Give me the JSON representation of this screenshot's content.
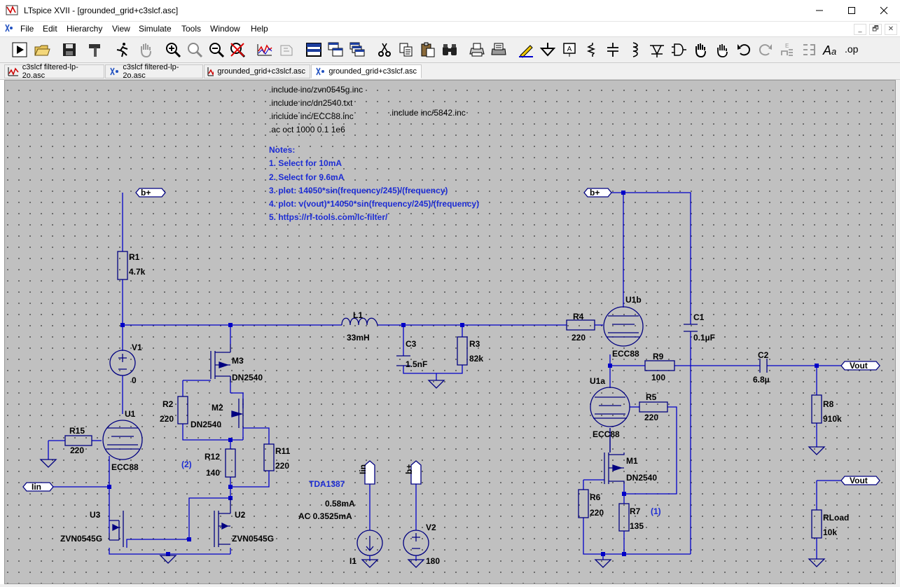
{
  "window": {
    "title": "LTspice XVII - [grounded_grid+c3slcf.asc]",
    "minimize": "–",
    "maximize": "□",
    "close": "✕"
  },
  "menu": [
    "File",
    "Edit",
    "Hierarchy",
    "View",
    "Simulate",
    "Tools",
    "Window",
    "Help"
  ],
  "mdi_controls": [
    "_",
    "🗗",
    "✕"
  ],
  "toolbar_icons": [
    "run-icon",
    "open-icon",
    "save-icon",
    "hammer-icon",
    "run-man-icon",
    "pan-hand-icon",
    "zoom-in-icon",
    "zoom-area-icon",
    "zoom-out-icon",
    "zoom-cancel-icon",
    "waveform-icon",
    "spice-icon",
    "control-panel-icon",
    "cascade-icon",
    "tile-icon",
    "cut-icon",
    "copy-icon",
    "paste-icon",
    "find-icon",
    "print-icon",
    "print-setup-icon",
    "draw-wire-icon",
    "ground-icon",
    "label-icon",
    "resistor-icon",
    "capacitor-icon",
    "inductor-icon",
    "diode-icon",
    "component-icon",
    "move-icon",
    "drag-icon",
    "undo-icon",
    "redo-icon",
    "rotate-icon",
    "mirror-icon",
    "text-icon",
    "spice-directive-icon"
  ],
  "tabs": [
    {
      "label": "c3slcf filtered-lp-2o.asc",
      "icon": "waveform-tab-icon"
    },
    {
      "label": "c3slcf filtered-lp-2o.asc",
      "icon": "schematic-tab-icon"
    },
    {
      "label": "grounded_grid+c3slcf.asc",
      "icon": "waveform-tab-icon"
    },
    {
      "label": "grounded_grid+c3slcf.asc",
      "icon": "schematic-tab-icon",
      "active": true
    }
  ],
  "directives": [
    ".include inc/zvn0545g.inc",
    ".include inc/dn2540.txt",
    ".include inc/ECC88.inc",
    ".ac oct 1000 0.1 1e6"
  ],
  "directive_extra": ".include inc/5842.inc",
  "notes_title": "Notes:",
  "notes": [
    "1. Select for 10mA",
    "2. Select for 9.6mA",
    "3. plot: 14050*sin(frequency/245)/(frequency)",
    "4. plot: v(vout)*14050*sin(frequency/245)/(frequency)",
    "5. https://rf-tools.com/lc-filter/"
  ],
  "components": {
    "R1": {
      "name": "R1",
      "value": "4.7k"
    },
    "V1": {
      "name": "V1",
      "value": "0"
    },
    "U1": {
      "name": "U1",
      "value": "ECC88"
    },
    "R15": {
      "name": "R15",
      "value": "220"
    },
    "M3": {
      "name": "M3",
      "value": "DN2540"
    },
    "M2": {
      "name": "M2",
      "value": "DN2540"
    },
    "R2": {
      "name": "R2",
      "value": "220"
    },
    "R11": {
      "name": "R11",
      "value": "220"
    },
    "R12": {
      "name": "R12",
      "value": "140"
    },
    "U3": {
      "name": "U3",
      "value": "ZVN0545G"
    },
    "U2": {
      "name": "U2",
      "value": "ZVN0545G"
    },
    "L1": {
      "name": "L1",
      "value": "33mH"
    },
    "C3": {
      "name": "C3",
      "value": "1.5nF"
    },
    "R3": {
      "name": "R3",
      "value": "82k"
    },
    "R4": {
      "name": "R4",
      "value": "220"
    },
    "U1b": {
      "name": "U1b",
      "value": "ECC88"
    },
    "U1a": {
      "name": "U1a",
      "value": "ECC88"
    },
    "C1": {
      "name": "C1",
      "value": "0.1µF"
    },
    "R9": {
      "name": "R9",
      "value": "100"
    },
    "C2": {
      "name": "C2",
      "value": "6.8µ"
    },
    "R8": {
      "name": "R8",
      "value": "910k"
    },
    "R5": {
      "name": "R5",
      "value": "220"
    },
    "M1": {
      "name": "M1",
      "value": "DN2540"
    },
    "R6": {
      "name": "R6",
      "value": "220"
    },
    "R7": {
      "name": "R7",
      "value": "135"
    },
    "RLoad": {
      "name": "RLoad",
      "value": "10k"
    },
    "I1": {
      "name": "I1"
    },
    "V2": {
      "name": "V2",
      "value": "180"
    }
  },
  "source_lines": {
    "model": "TDA1387",
    "dc": "0.58mA",
    "ac": "AC 0.3525mA"
  },
  "labels": {
    "bplus": "b+",
    "iin": "Iin",
    "vout": "Vout",
    "mark1": "(1)",
    "mark2": "(2)"
  },
  "colors": {
    "wire": "#0000c8",
    "notes": "#1c2cd4",
    "canvas": "#c0c0c0",
    "symbol": "#000080"
  }
}
